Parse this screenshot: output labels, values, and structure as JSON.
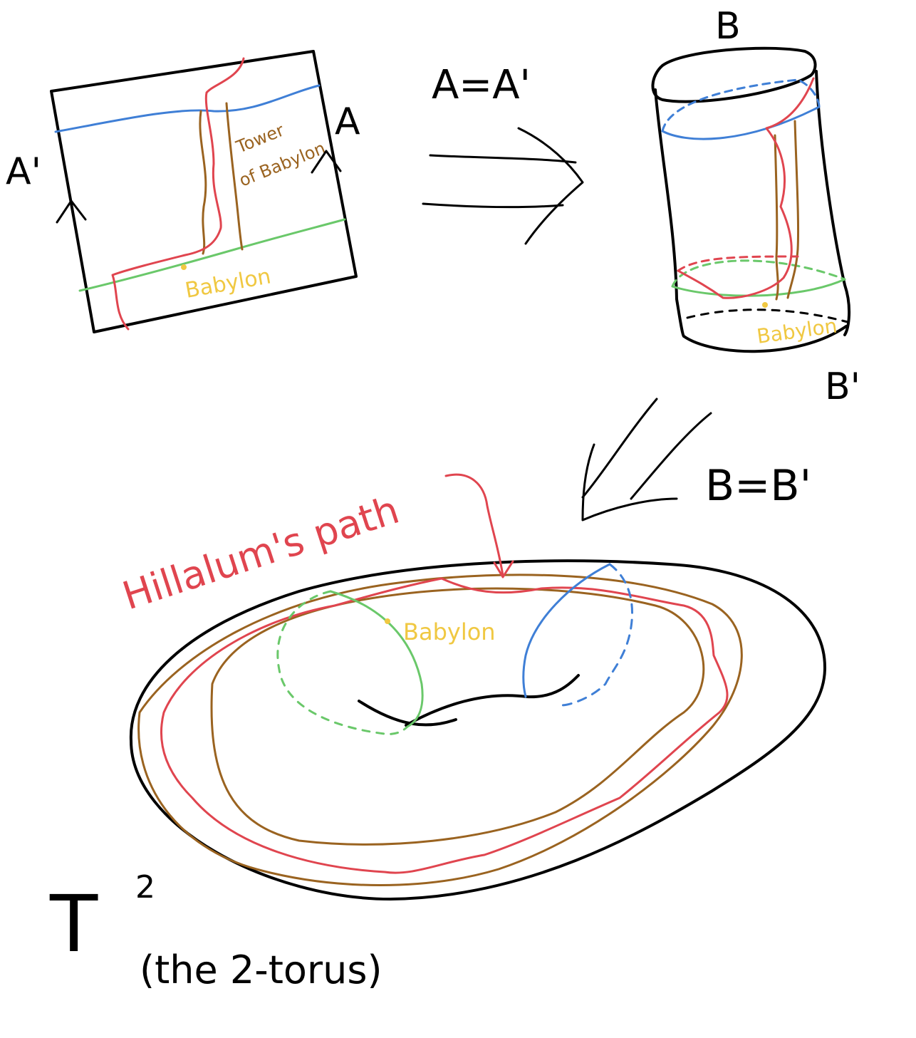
{
  "labels": {
    "square_left_edge": "A'",
    "square_right_edge": "A",
    "tower": "Tower of Babylon",
    "tower_line1": "Tower",
    "tower_line2": "of Babylon",
    "babylon": "Babylon",
    "identify_a": "A=A'",
    "cylinder_top": "B",
    "cylinder_bottom": "B'",
    "identify_b": "B=B'",
    "path": "Hillalum's path",
    "torus_symbol": "T",
    "torus_exponent": "2",
    "torus_caption": "(the 2-torus)"
  },
  "colors": {
    "ink": "#000000",
    "path": "#e0454f",
    "tower": "#9a6320",
    "babylon": "#f0c842",
    "blue_loop": "#3f7fd6",
    "green_loop": "#6ac86a"
  },
  "icons": {
    "arrow_1": "double-arrow-right-icon",
    "arrow_2": "double-arrow-down-left-icon",
    "edge_arrow": "chevron-up-icon"
  }
}
